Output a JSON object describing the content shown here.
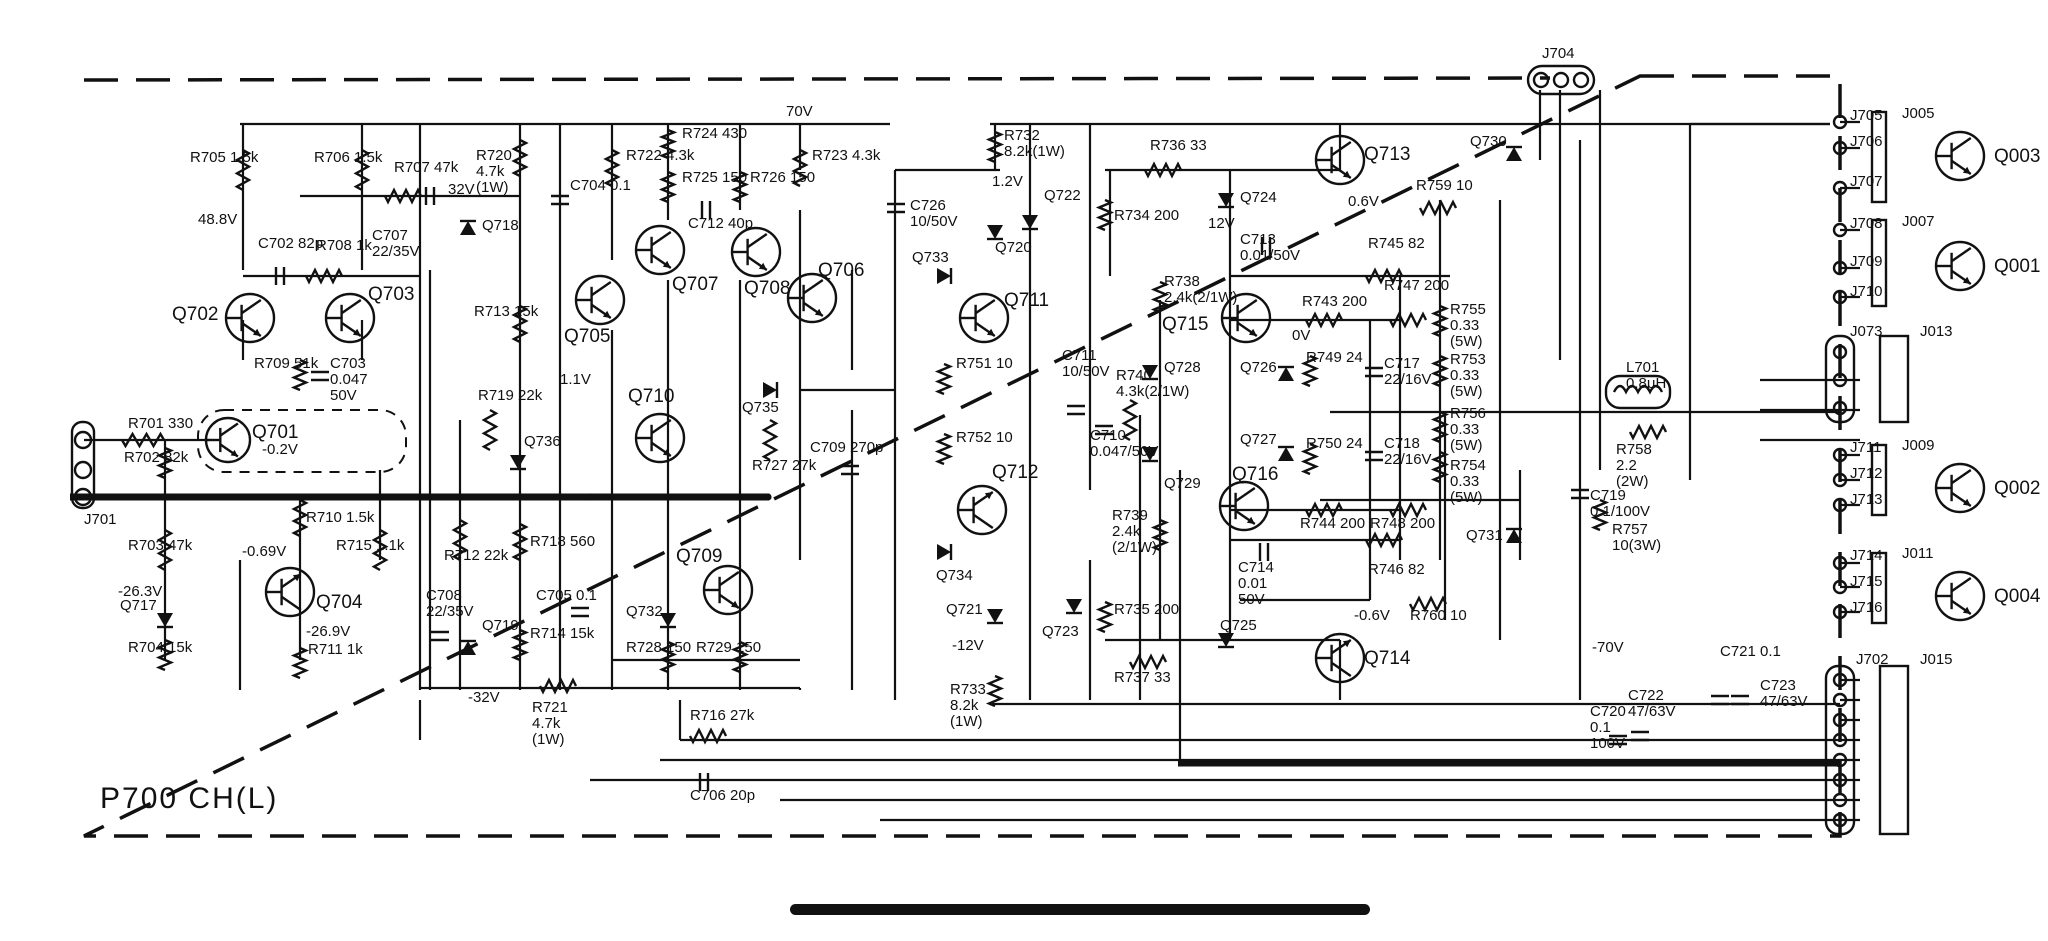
{
  "diagram": {
    "board_label": "P700 CH(L)",
    "jacks": [
      "J701",
      "J702",
      "J704",
      "J705",
      "J706",
      "J707",
      "J708",
      "J709",
      "J710",
      "J711",
      "J712",
      "J713",
      "J714",
      "J715",
      "J716",
      "J073",
      "J005",
      "J007",
      "J009",
      "J011",
      "J013",
      "J015"
    ],
    "output_transistors": [
      "Q003",
      "Q001",
      "Q002",
      "Q004"
    ],
    "transistors": [
      "Q701",
      "Q702",
      "Q703",
      "Q704",
      "Q705",
      "Q706",
      "Q707",
      "Q708",
      "Q709",
      "Q710",
      "Q711",
      "Q712",
      "Q713",
      "Q714",
      "Q715",
      "Q716"
    ],
    "diodes": [
      "Q717",
      "Q718",
      "Q719",
      "Q720",
      "Q721",
      "Q722",
      "Q723",
      "Q724",
      "Q725",
      "Q726",
      "Q727",
      "Q728",
      "Q729",
      "Q730",
      "Q731",
      "Q732",
      "Q733",
      "Q734",
      "Q735",
      "Q736"
    ],
    "resistors": [
      "R701 330",
      "R702 82k",
      "R703 47k",
      "R704 15k",
      "R705 1.5k",
      "R706 1.5k",
      "R707 47k",
      "R708 1k",
      "R709 51k",
      "R710 1.5k",
      "R711 1k",
      "R712 22k",
      "R713 15k",
      "R714 15k",
      "R715 1.1k",
      "R716 27k",
      "R718 560",
      "R719 22k",
      "R720 4.7k (1W)",
      "R721 4.7k (1W)",
      "R722 4.3k",
      "R723 4.3k",
      "R724 430",
      "R725 150",
      "R726 150",
      "R727 27k",
      "R728 150",
      "R729 150",
      "R732 8.2k(1W)",
      "R733 8.2k (1W)",
      "R734 200",
      "R735 200",
      "R736 33",
      "R737 33",
      "R738 2.4k(2/1W)",
      "R739 2.4k (2/1W)",
      "R740 4.3k(2/1W)",
      "R743 200",
      "R744 200",
      "R745 82",
      "R746 82",
      "R747 200",
      "R748 200",
      "R749 24",
      "R750 24",
      "R751 10",
      "R752 10",
      "R753 0.33 (5W)",
      "R754 0.33 (5W)",
      "R755 0.33 (5W)",
      "R756 0.33 (5W)",
      "R757 10(3W)",
      "R758 2.2 (2W)",
      "R759 10",
      "R760 10"
    ],
    "capacitors": [
      "C702 82p",
      "C703 0.047 50V",
      "C704 0.1",
      "C705 0.1",
      "C706 20p",
      "C707 22/35V",
      "C708 22/35V",
      "C709 270p",
      "C710 0.047/50V",
      "C711 10/50V",
      "C712 40p",
      "C713 0.01/50V",
      "C714 0.01 50V",
      "C717 22/16V",
      "C718 22/16V",
      "C719 0.1/100V",
      "C720 0.1 100V",
      "C721 0.1",
      "C722 47/63V",
      "C723 47/63V",
      "C726 10/50V"
    ],
    "inductors": [
      "L701 0.8μH"
    ],
    "voltages": [
      "70V",
      "48.8V",
      "32V",
      "1.2V",
      "12V",
      "0.6V",
      "0V",
      "-0.2V",
      "-0.69V",
      "-26.3V",
      "-26.9V",
      "-32V",
      "1.1V",
      "-0.6V",
      "-12V",
      "-70V"
    ]
  }
}
